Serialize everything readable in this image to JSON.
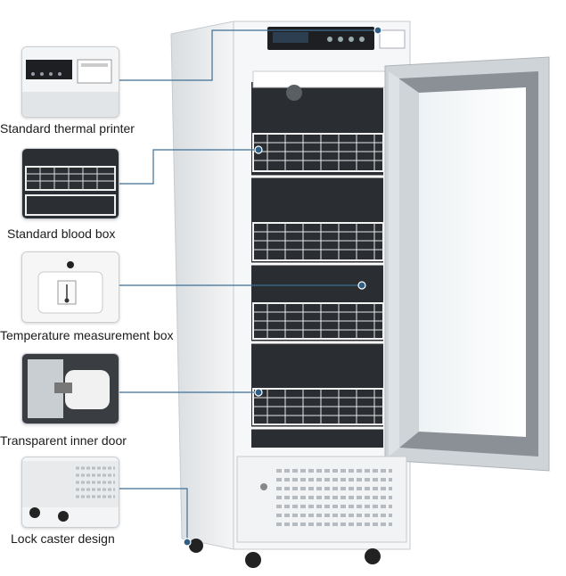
{
  "features": [
    {
      "id": "printer",
      "caption": "Standard thermal printer",
      "icon": "thermal-printer-icon"
    },
    {
      "id": "blood-box",
      "caption": "Standard blood box",
      "icon": "blood-box-basket-icon"
    },
    {
      "id": "temp-box",
      "caption": "Temperature measurement box",
      "icon": "temperature-box-icon"
    },
    {
      "id": "inner-door",
      "caption": "Transparent inner door",
      "icon": "inner-door-icon"
    },
    {
      "id": "caster",
      "caption": "Lock caster design",
      "icon": "lock-caster-icon"
    }
  ],
  "colors": {
    "leader": "#3f6f93",
    "dot": "#2f5f86",
    "cabinet": "#f3f4f5",
    "frame": "#cfd4d8"
  }
}
